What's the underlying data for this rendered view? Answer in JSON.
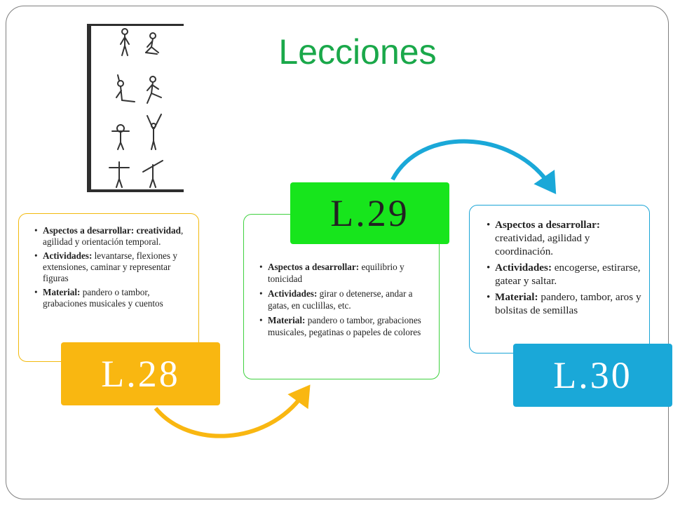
{
  "slide": {
    "title": "Lecciones"
  },
  "lessons": [
    {
      "label": "L.28",
      "color": "#f9b711",
      "items": [
        {
          "key": "Aspectos a desarrollar:",
          "text_bold": "creatividad",
          "text": ", agilidad y orientación temporal."
        },
        {
          "key": "Actividades:",
          "text_bold": "",
          "text": " levantarse, flexiones y extensiones, caminar y representar figuras"
        },
        {
          "key": "Material:",
          "text_bold": "",
          "text": " pandero o tambor, grabaciones musicales y cuentos"
        }
      ]
    },
    {
      "label": "L.29",
      "color": "#17e51c",
      "items": [
        {
          "key": "Aspectos a desarrollar:",
          "text_bold": "",
          "text": " equilibrio y tonicidad"
        },
        {
          "key": "Actividades:",
          "text_bold": "",
          "text": " girar o detenerse, andar a gatas, en cuclillas, etc."
        },
        {
          "key": "Material:",
          "text_bold": "",
          "text": " pandero o tambor, grabaciones musicales, pegatinas o papeles de colores"
        }
      ]
    },
    {
      "label": "L.30",
      "color": "#1aa8d8",
      "items": [
        {
          "key": "Aspectos a desarrollar:",
          "text_bold": "",
          "text": " creatividad, agilidad y coordinación."
        },
        {
          "key": "Actividades:",
          "text_bold": "",
          "text": " encogerse, estirarse, gatear y saltar."
        },
        {
          "key": "Material:",
          "text_bold": "",
          "text": " pandero, tambor, aros y bolsitas de semillas"
        }
      ]
    }
  ],
  "figure": {
    "icon": "stick-figure-poses-illustration"
  }
}
